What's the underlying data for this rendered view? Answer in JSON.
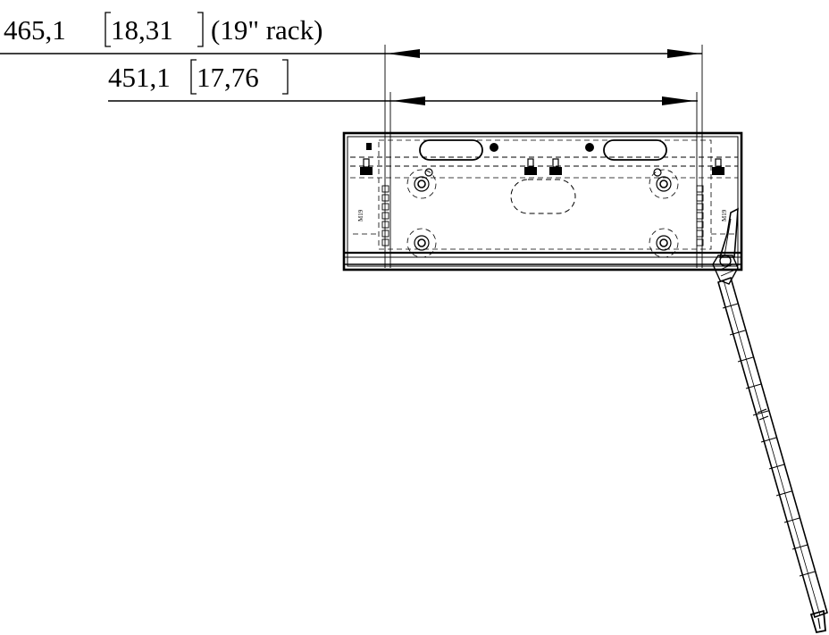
{
  "dimensions": {
    "outer": {
      "value": "465,1",
      "inch": "18,31",
      "note": "(19\" rack)"
    },
    "inner": {
      "value": "451,1",
      "inch": "17,76"
    }
  },
  "part_labels": {
    "left_mark": "M19",
    "right_mark": "M19"
  },
  "colors": {
    "ink": "#000000",
    "paper": "#ffffff"
  }
}
